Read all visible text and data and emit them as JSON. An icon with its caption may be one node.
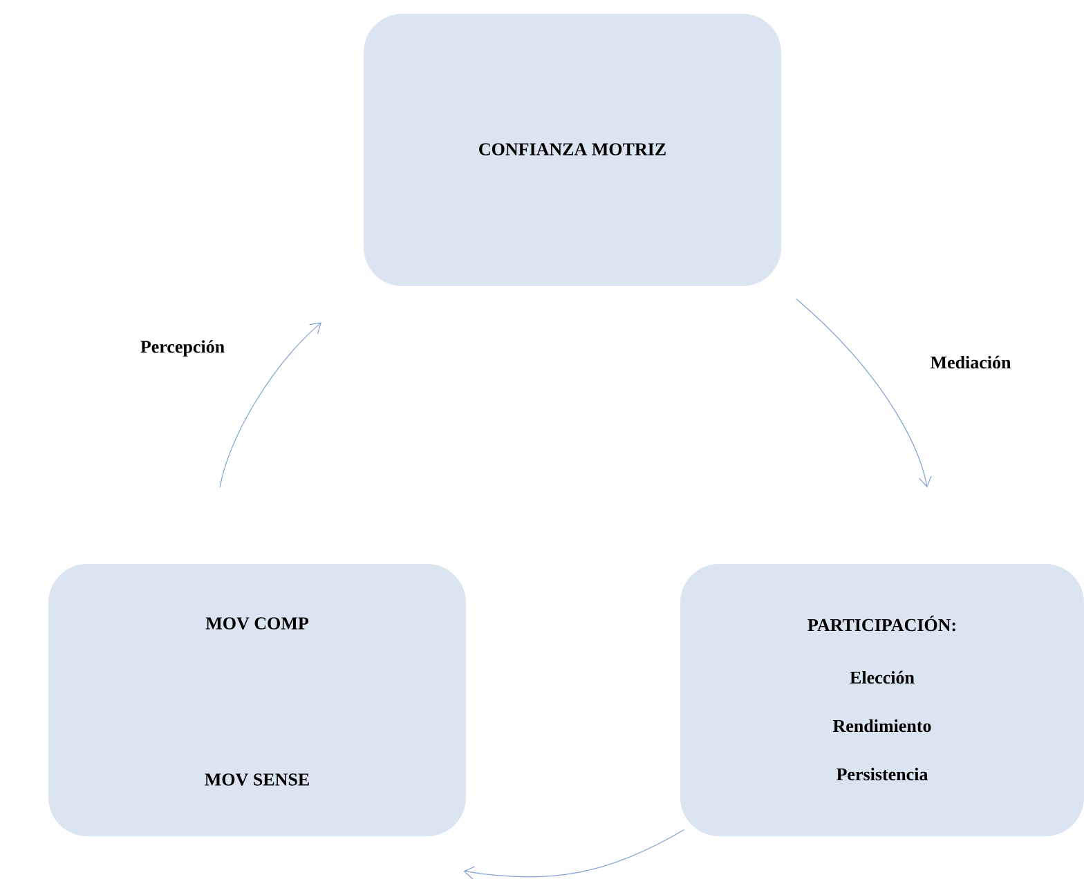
{
  "diagram": {
    "nodes": [
      {
        "text": [
          "CONFIANZA MOTRIZ"
        ]
      },
      {
        "text": [
          "PARTICIPACIÓN:",
          "Elección",
          "Rendimiento",
          "Persistencia"
        ]
      },
      {
        "text": [
          "MOV COMP",
          "MOV SENSE"
        ]
      }
    ],
    "edges": [
      {
        "from": 2,
        "to": 0,
        "arrow": "to",
        "label": "Percepción"
      },
      {
        "from": 0,
        "to": 1,
        "arrow": "to",
        "label": "Mediación"
      },
      {
        "from": 1,
        "to": 2,
        "arrow": "to"
      }
    ]
  }
}
